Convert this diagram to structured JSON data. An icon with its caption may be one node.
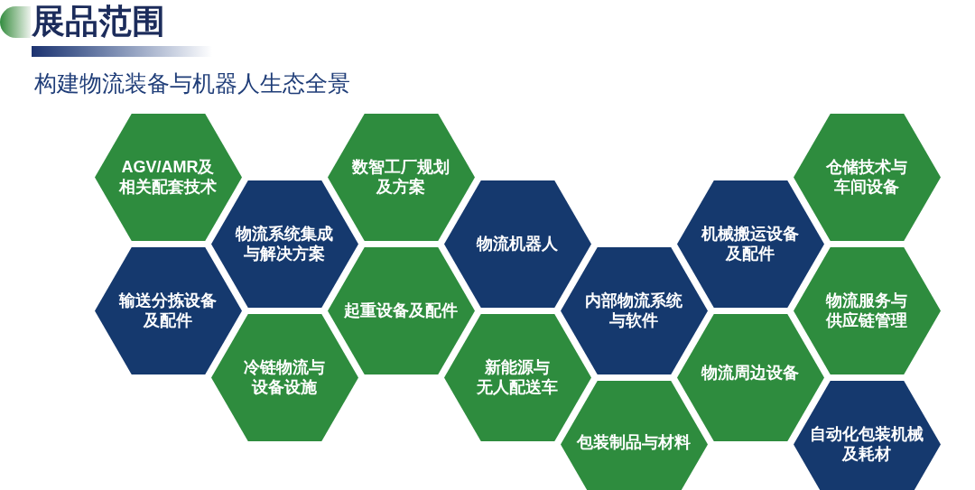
{
  "diagram": {
    "title": "展品范围",
    "nodes": [
      {
        "text": [
          "AGV/AMR及相关配套技术"
        ]
      },
      {
        "text": [
          "数智工厂规划及方案"
        ]
      },
      {
        "text": [
          "仓储技术与车间设备"
        ]
      },
      {
        "text": [
          "物流系统集成与解决方案"
        ]
      },
      {
        "text": [
          "物流机器人"
        ]
      },
      {
        "text": [
          "机械搬运设备及配件"
        ]
      },
      {
        "text": [
          "输送分拣设备及配件"
        ]
      },
      {
        "text": [
          "起重设备及配件"
        ]
      },
      {
        "text": [
          "内部物流系统与软件"
        ]
      },
      {
        "text": [
          "物流服务与供应链管理"
        ]
      },
      {
        "text": [
          "冷链物流与设备设施"
        ]
      },
      {
        "text": [
          "新能源与无人配送车"
        ]
      },
      {
        "text": [
          "物流周边设备"
        ]
      },
      {
        "text": [
          "包装制品与材料"
        ]
      },
      {
        "text": [
          "自动化包装机械及耗材"
        ]
      }
    ],
    "labels": [
      "构建物流装备与机器人生态全景"
    ]
  }
}
